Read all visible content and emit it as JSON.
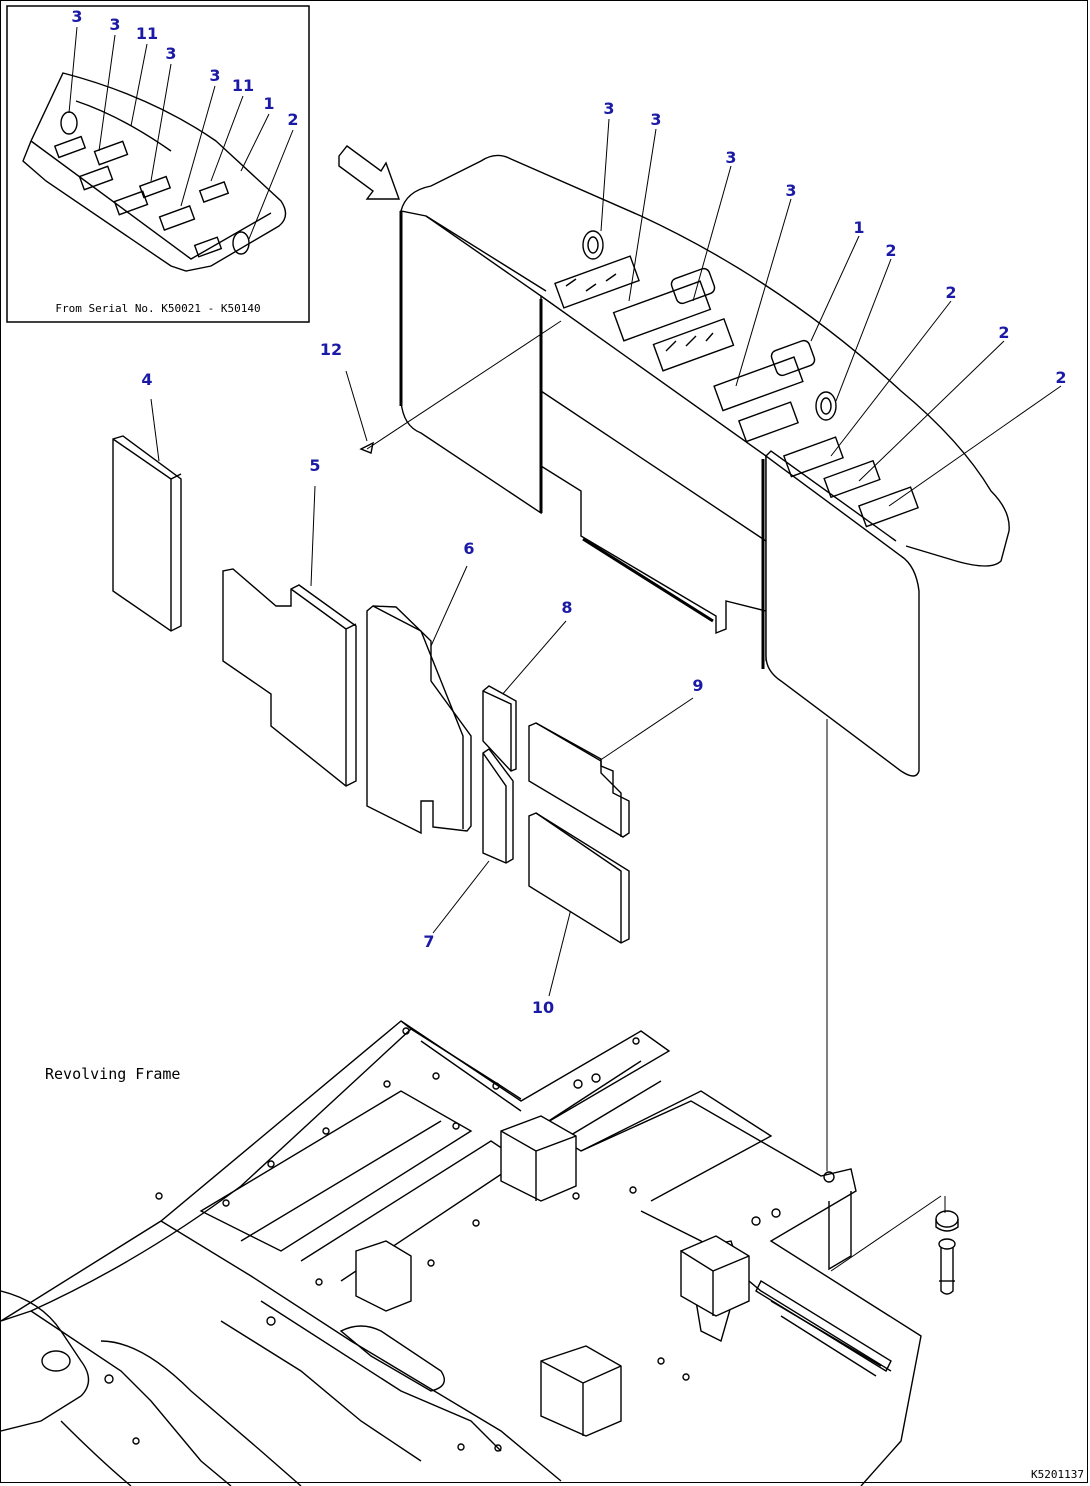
{
  "inset": {
    "caption": "From Serial No. K50021 - K50140"
  },
  "main_label": "Revolving Frame",
  "drawing_code": "K5201137",
  "colors": {
    "callout": "#1a1aa6",
    "line": "#000000",
    "background": "#ffffff"
  },
  "callouts": {
    "inset": [
      "3",
      "3",
      "11",
      "3",
      "3",
      "11",
      "1",
      "2"
    ],
    "main": [
      "3",
      "3",
      "3",
      "3",
      "1",
      "2",
      "2",
      "2",
      "2",
      "12",
      "4",
      "5",
      "6",
      "8",
      "9",
      "7",
      "10"
    ]
  }
}
